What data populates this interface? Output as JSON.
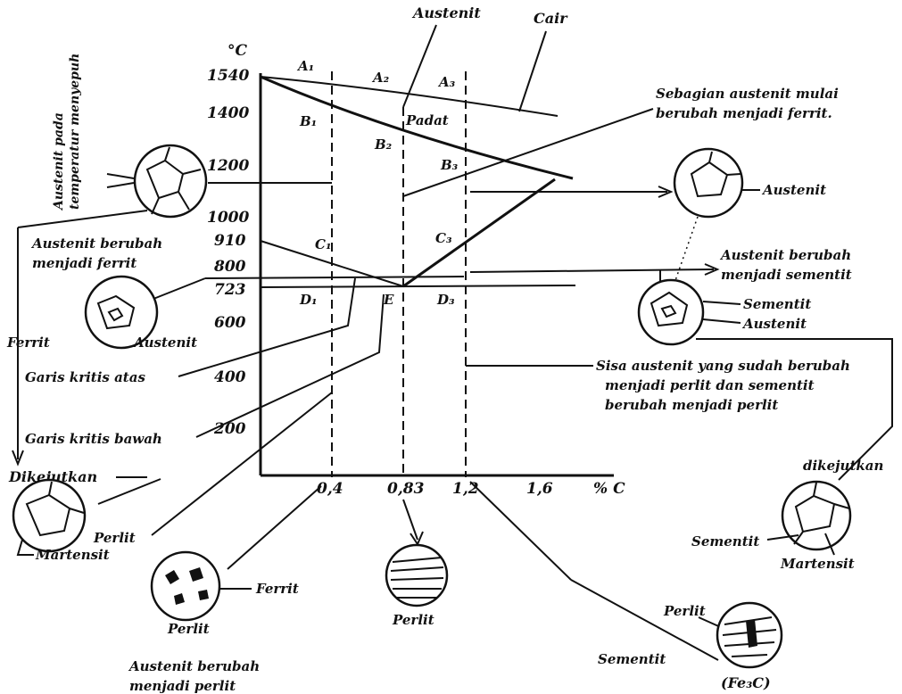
{
  "axis": {
    "y_unit": "°C",
    "x_unit": "% C",
    "y_ticks": [
      "1540",
      "1400",
      "1200",
      "1000",
      "910",
      "800",
      "723",
      "600",
      "400",
      "200"
    ],
    "x_ticks": [
      "0,4",
      "0,83",
      "1,2",
      "1,6"
    ]
  },
  "points": {
    "A1": "A₁",
    "A2": "A₂",
    "A3": "A₃",
    "B1": "B₁",
    "B2": "B₂",
    "B3": "B₃",
    "C1": "C₁",
    "C3": "C₃",
    "D1": "D₁",
    "D3": "D₃",
    "E": "E",
    "padat": "Padat"
  },
  "labels": {
    "austenit_top": "Austenit",
    "cair": "Cair",
    "austenit_pada_1": "Austenit pada",
    "austenit_pada_2": "temperatur menyepuh",
    "sebagian_1": "Sebagian austenit mulai",
    "sebagian_2": "berubah menjadi ferrit.",
    "austenit_right": "Austenit",
    "ab_ferrit_1": "Austenit berubah",
    "ab_ferrit_2": "menjadi ferrit",
    "ab_sementit_1": "Austenit berubah",
    "ab_sementit_2": "menjadi sementit",
    "ferrit_left": "Ferrit",
    "austenit_left": "Austenit",
    "sementit_r": "Sementit",
    "austenit_r2": "Austenit",
    "garis_atas": "Garis kritis atas",
    "garis_bawah": "Garis kritis bawah",
    "sisa_1": "Sisa austenit yang sudah berubah",
    "sisa_2": "menjadi perlit dan sementit",
    "sisa_3": "berubah menjadi perlit",
    "dikejutkan_left": "Dikejutkan",
    "dikejutkan_right": "dikejutkan",
    "martensit_left": "Martensit",
    "perlit_a": "Perlit",
    "ferrit_b": "Ferrit",
    "perlit_b": "Perlit",
    "perlit_c": "Perlit",
    "ab_perlit_1": "Austenit berubah",
    "ab_perlit_2": "menjadi perlit",
    "sementit_mart": "Sementit",
    "martensit_right": "Martensit",
    "perlit_d": "Perlit",
    "sementit_d": "Sementit",
    "fe3c": "(Fe₃C)"
  }
}
